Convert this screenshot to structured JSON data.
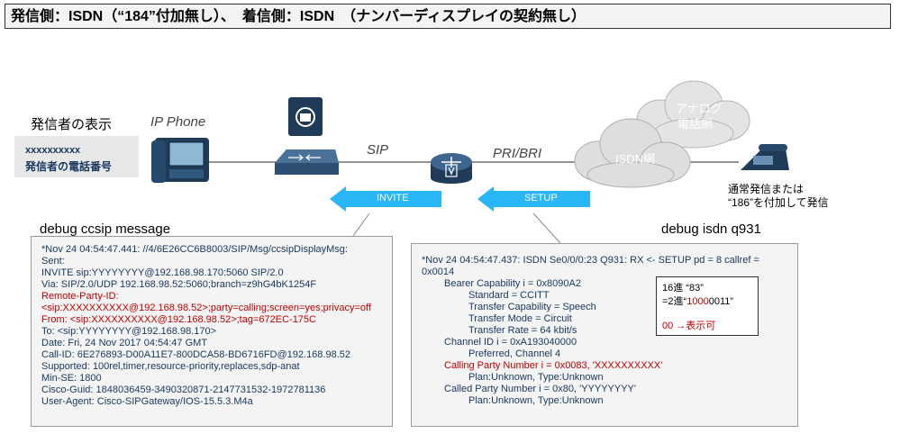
{
  "title": "発信側：ISDN（“184”付加無し）、　着信側：ISDN　（ナンバーディスプレイの契約無し）",
  "left": {
    "caller_display_label": "発信者の表示",
    "caller_box_line1": "xxxxxxxxxx",
    "caller_box_line2": "発信者の電話番号",
    "ip_phone_label": "IP Phone",
    "sip_label": "SIP",
    "invite_label": "INVITE",
    "debug_title": "debug ccsip message",
    "log": [
      "*Nov 24 04:54:47.441: //4/6E26CC6B8003/SIP/Msg/ccsipDisplayMsg:",
      "Sent:",
      "INVITE sip:YYYYYYYY@192.168.98.170:5060 SIP/2.0",
      "Via: SIP/2.0/UDP 192.168.98.52:5060;branch=z9hG4bK1254F",
      "Remote-Party-ID:",
      "<sip:XXXXXXXXXX@192.168.98.52>;party=calling;screen=yes;privacy=off",
      "From: <sip:XXXXXXXXXX@192.168.98.52>;tag=672EC-175C",
      "To: <sip:YYYYYYYY@192.168.98.170>",
      "Date: Fri, 24 Nov 2017 04:54:47 GMT",
      "Call-ID: 6E276893-D00A11E7-800DCA58-BD6716FD@192.168.98.52",
      "Supported: 100rel,timer,resource-priority,replaces,sdp-anat",
      "Min-SE:  1800",
      "Cisco-Guid: 1848036459-3490320871-2147731532-1972781136",
      "User-Agent: Cisco-SIPGateway/IOS-15.5.3.M4a"
    ]
  },
  "right": {
    "pri_label": "PRI/BRI",
    "setup_label": "SETUP",
    "isdn_cloud_label": "ISDN網",
    "analog_cloud_label_1": "アナログ",
    "analog_cloud_label_2": "電話網",
    "phone_note_1": "通常発信または",
    "phone_note_2": "“186”を付加して発信",
    "debug_title": "debug isdn q931",
    "log": [
      "*Nov 24 04:54:47.437: ISDN Se0/0/0:23 Q931: RX <- SETUP pd = 8  callref =",
      "0x0014",
      "Bearer Capability i = 0x8090A2",
      "Standard = CCITT",
      "Transfer Capability = Speech",
      "Transfer Mode = Circuit",
      "Transfer Rate = 64 kbit/s",
      "Channel ID i = 0xA193040000",
      "Preferred, Channel 4",
      "Calling Party Number i = 0x0083, 'XXXXXXXXXX'",
      "Plan:Unknown, Type:Unknown",
      "Called Party Number i = 0x80, 'YYYYYYYY'",
      "Plan:Unknown, Type:Unknown"
    ],
    "hex_line1": "16進 “83”",
    "hex_line2_a": "=2進“",
    "hex_line2_b": "1000",
    "hex_line2_c": "0011”",
    "hex_line3": "00 →表示可"
  },
  "colors": {
    "arrow": "#29b6f6",
    "red": "#c00000",
    "device": "#1f3b57"
  }
}
